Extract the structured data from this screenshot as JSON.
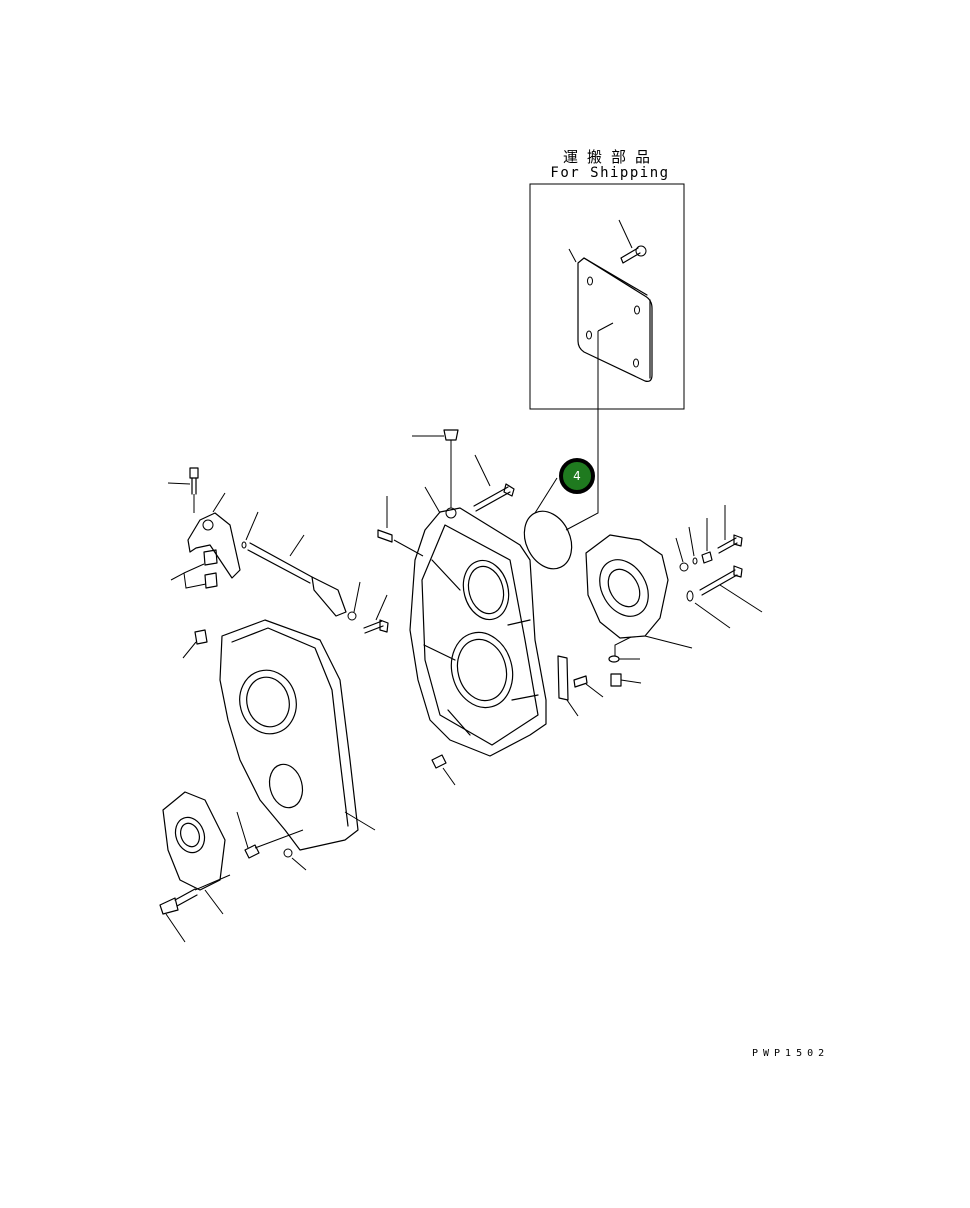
{
  "diagram": {
    "type": "exploded-parts-diagram",
    "shipping_group": {
      "label_jp": "運搬部品",
      "label_en": "For Shipping"
    },
    "callouts": [
      {
        "number": "4",
        "color": "#1f7a1f",
        "border_color": "#000000"
      }
    ],
    "drawing_code": "PWP1502"
  }
}
